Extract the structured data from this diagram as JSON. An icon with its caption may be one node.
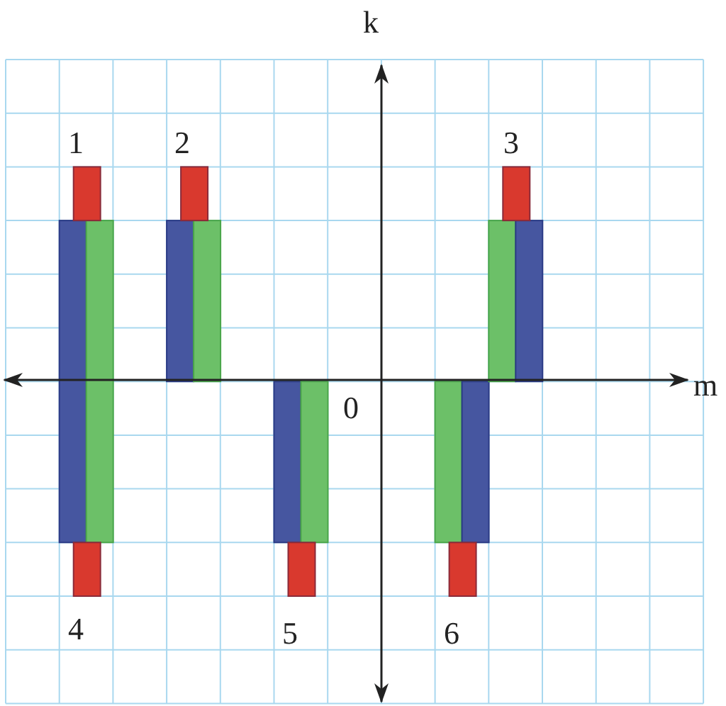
{
  "diagram": {
    "labels": [
      "k",
      "1",
      "2",
      "3",
      "m",
      "0",
      "4",
      "5",
      "6"
    ]
  }
}
